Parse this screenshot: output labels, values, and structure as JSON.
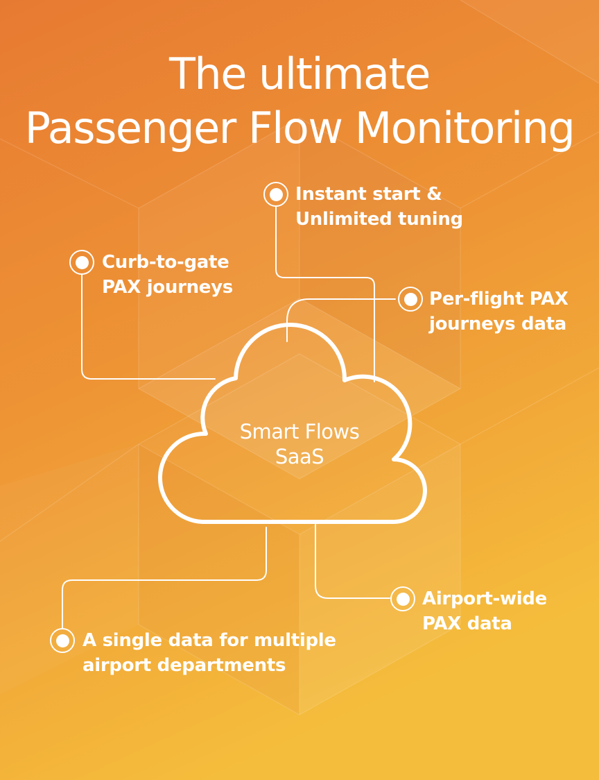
{
  "title": {
    "line1": "The ultimate",
    "line2": "Passenger Flow Monitoring"
  },
  "center": {
    "line1": "Smart Flows",
    "line2": "SaaS",
    "icon": "cloud-icon"
  },
  "features": [
    {
      "line1": "Instant start &",
      "line2": "Unlimited tuning"
    },
    {
      "line1": "Curb-to-gate",
      "line2": "PAX journeys"
    },
    {
      "line1": "Per-flight PAX",
      "line2": "journeys data"
    },
    {
      "line1": "Airport-wide",
      "line2": "PAX data"
    },
    {
      "line1": "A single data for multiple",
      "line2": "airport departments"
    }
  ],
  "colors": {
    "background_top": "#e77a2f",
    "background_bottom": "#f4bb3b",
    "foreground": "#ffffff"
  }
}
